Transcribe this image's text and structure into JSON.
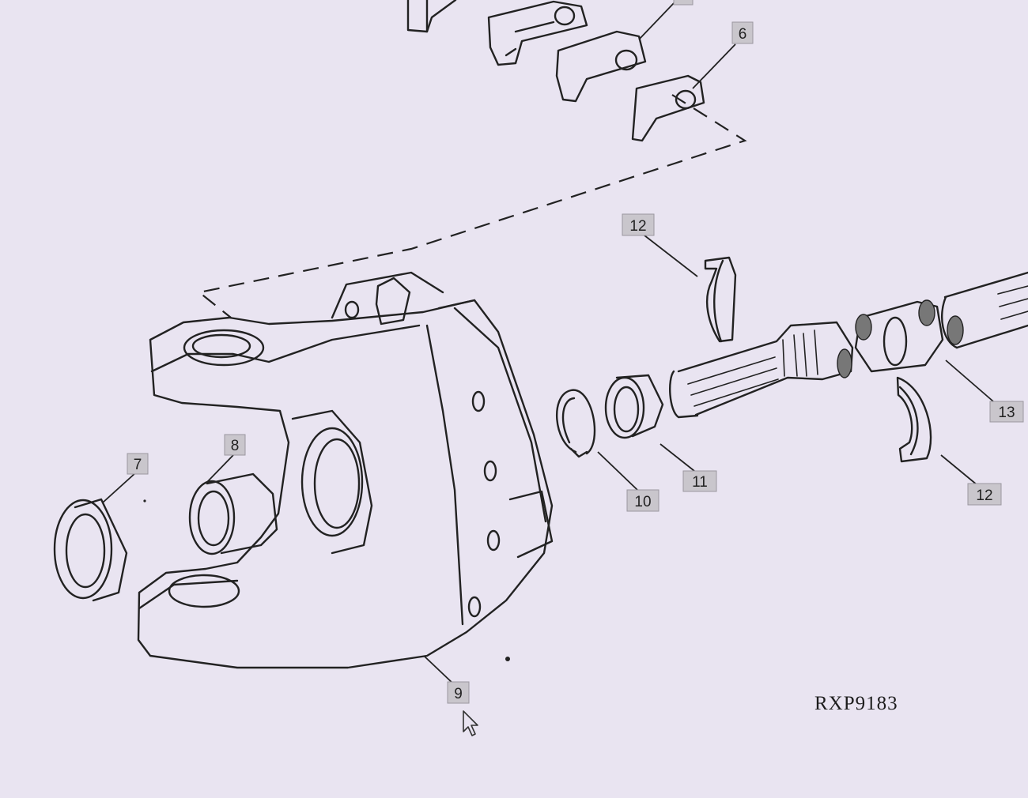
{
  "diagram": {
    "reference_code": "RXP9183",
    "callouts": {
      "c6": "6",
      "c7": "7",
      "c8": "8",
      "c9": "9",
      "c10": "10",
      "c11": "11",
      "c12a": "12",
      "c12b": "12",
      "c13": "13"
    }
  }
}
